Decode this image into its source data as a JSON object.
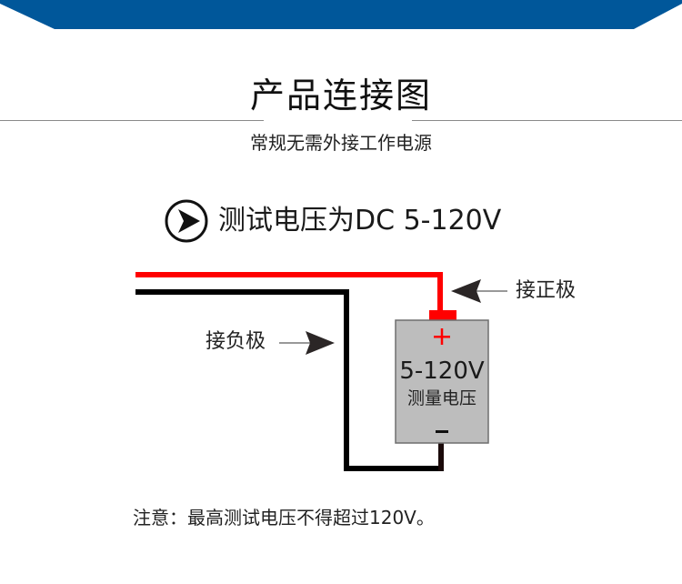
{
  "header": {
    "title": "产品连接图",
    "subtitle": "常规无需外接工作电源",
    "banner_color": "#00579a"
  },
  "section": {
    "heading": "测试电压为DC 5-120V",
    "icon": "circle-arrow-right-icon"
  },
  "diagram": {
    "positive_label": "接正极",
    "negative_label": "接负极",
    "meter": {
      "plus_symbol": "+",
      "minus_symbol": "−",
      "range": "5-120V",
      "caption": "测量电压"
    },
    "colors": {
      "positive_wire": "#ff0000",
      "negative_wire": "#000000",
      "meter_body": "#bdbdbd",
      "arrow": "#2b2626"
    }
  },
  "note": "注意：最高测试电压不得超过120V。"
}
